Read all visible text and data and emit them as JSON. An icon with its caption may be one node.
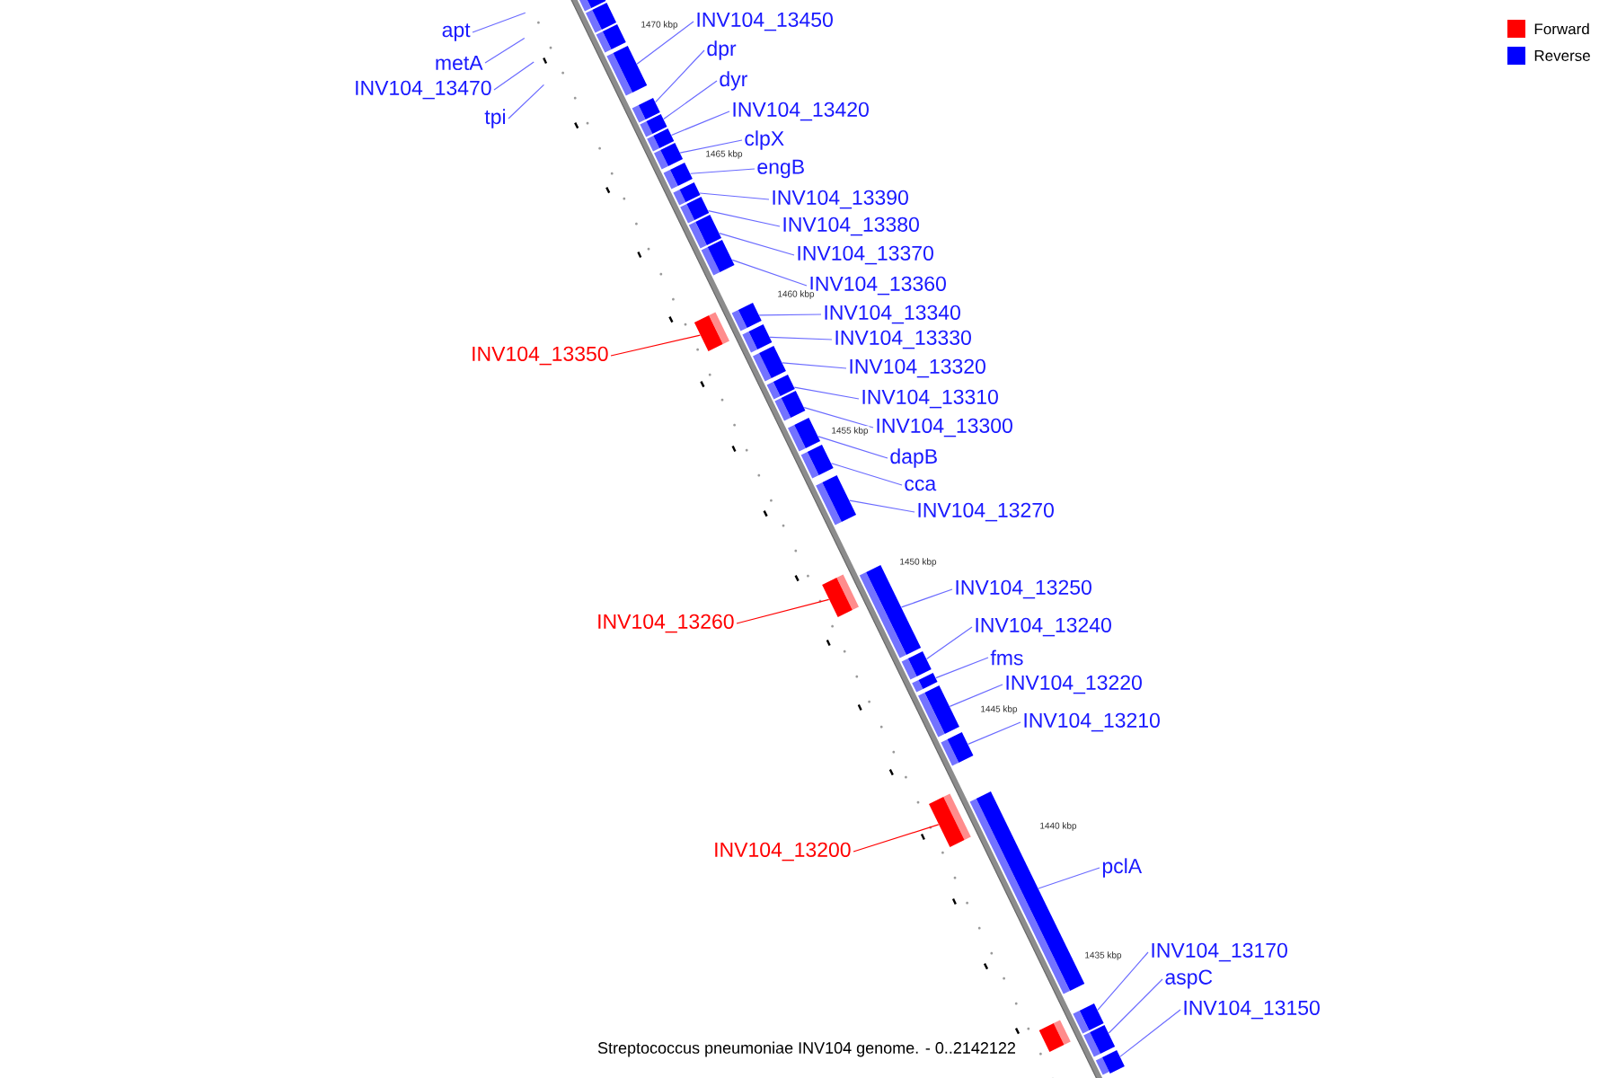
{
  "diagram": {
    "caption": "Streptococcus pneumoniae INV104 genome. - 0..2142122",
    "nodes": [
      {
        "text": [
          "INV104_13450"
        ]
      },
      {
        "text": [
          "apt"
        ]
      },
      {
        "text": [
          "dpr"
        ]
      },
      {
        "text": [
          "metA"
        ]
      },
      {
        "text": [
          "dyr"
        ]
      },
      {
        "text": [
          "INV104_13470"
        ]
      },
      {
        "text": [
          "INV104_13420"
        ]
      },
      {
        "text": [
          "tpi"
        ]
      },
      {
        "text": [
          "clpX"
        ]
      },
      {
        "text": [
          "engB"
        ]
      },
      {
        "text": [
          "INV104_13390"
        ]
      },
      {
        "text": [
          "INV104_13380"
        ]
      },
      {
        "text": [
          "INV104_13370"
        ]
      },
      {
        "text": [
          "INV104_13360"
        ]
      },
      {
        "text": [
          "INV104_13340"
        ]
      },
      {
        "text": [
          "INV104_13330"
        ]
      },
      {
        "text": [
          "INV104_13350"
        ]
      },
      {
        "text": [
          "INV104_13320"
        ]
      },
      {
        "text": [
          "INV104_13310"
        ]
      },
      {
        "text": [
          "INV104_13300"
        ]
      },
      {
        "text": [
          "dapB"
        ]
      },
      {
        "text": [
          "cca"
        ]
      },
      {
        "text": [
          "INV104_13270"
        ]
      },
      {
        "text": [
          "INV104_13250"
        ]
      },
      {
        "text": [
          "INV104_13260"
        ]
      },
      {
        "text": [
          "INV104_13240"
        ]
      },
      {
        "text": [
          "fms"
        ]
      },
      {
        "text": [
          "INV104_13220"
        ]
      },
      {
        "text": [
          "INV104_13210"
        ]
      },
      {
        "text": [
          "INV104_13200"
        ]
      },
      {
        "text": [
          "pclA"
        ]
      },
      {
        "text": [
          "INV104_13170"
        ]
      },
      {
        "text": [
          "aspC"
        ]
      },
      {
        "text": [
          "INV104_13150"
        ]
      },
      {
        "text": [],
        "shape": "box"
      },
      {
        "text": [],
        "shape": "box"
      },
      {
        "text": [],
        "shape": "box"
      },
      {
        "text": [],
        "shape": "box"
      },
      {
        "text": [],
        "shape": "box"
      },
      {
        "text": [],
        "shape": "box"
      },
      {
        "text": [],
        "shape": "box"
      },
      {
        "text": [],
        "shape": "box"
      },
      {
        "text": [],
        "shape": "box"
      },
      {
        "text": [],
        "shape": "box"
      },
      {
        "text": [],
        "shape": "box"
      },
      {
        "text": [],
        "shape": "box"
      },
      {
        "text": [],
        "shape": "box"
      },
      {
        "text": [],
        "shape": "box"
      },
      {
        "text": [],
        "shape": "box"
      },
      {
        "text": [],
        "shape": "box"
      },
      {
        "text": [],
        "shape": "box"
      },
      {
        "text": [],
        "shape": "box"
      },
      {
        "text": [],
        "shape": "box"
      },
      {
        "text": [],
        "shape": "box"
      },
      {
        "text": [],
        "shape": "box"
      },
      {
        "text": [],
        "shape": "box"
      },
      {
        "text": [],
        "shape": "box"
      },
      {
        "text": [],
        "shape": "box"
      },
      {
        "text": [],
        "shape": "box"
      },
      {
        "text": [],
        "shape": "box"
      },
      {
        "text": [],
        "shape": "box"
      },
      {
        "text": [],
        "shape": "box"
      },
      {
        "text": [],
        "shape": "box"
      },
      {
        "text": [],
        "shape": "box"
      },
      {
        "text": [],
        "shape": "box"
      },
      {
        "text": [],
        "shape": "box"
      },
      {
        "text": [],
        "shape": "box"
      },
      {
        "text": [],
        "shape": "box"
      }
    ],
    "edges": [
      {
        "from": 0,
        "to": 37,
        "arrow": "none"
      },
      {
        "from": 1,
        "to": null,
        "arrow": "none"
      },
      {
        "from": 2,
        "to": 38,
        "arrow": "none"
      },
      {
        "from": 3,
        "to": null,
        "arrow": "none"
      },
      {
        "from": 4,
        "to": 39,
        "arrow": "none"
      },
      {
        "from": 5,
        "to": null,
        "arrow": "none"
      },
      {
        "from": 6,
        "to": 40,
        "arrow": "none"
      },
      {
        "from": 7,
        "to": null,
        "arrow": "none"
      },
      {
        "from": 8,
        "to": 41,
        "arrow": "none"
      },
      {
        "from": 9,
        "to": 42,
        "arrow": "none"
      },
      {
        "from": 10,
        "to": 43,
        "arrow": "none"
      },
      {
        "from": 11,
        "to": 44,
        "arrow": "none"
      },
      {
        "from": 12,
        "to": 45,
        "arrow": "none"
      },
      {
        "from": 13,
        "to": 46,
        "arrow": "none"
      },
      {
        "from": 14,
        "to": 48,
        "arrow": "none"
      },
      {
        "from": 15,
        "to": 49,
        "arrow": "none"
      },
      {
        "from": 16,
        "to": 47,
        "arrow": "none",
        "color": "#ff0000"
      },
      {
        "from": 17,
        "to": 50,
        "arrow": "none"
      },
      {
        "from": 18,
        "to": 51,
        "arrow": "none"
      },
      {
        "from": 19,
        "to": 52,
        "arrow": "none"
      },
      {
        "from": 20,
        "to": 53,
        "arrow": "none"
      },
      {
        "from": 21,
        "to": 54,
        "arrow": "none"
      },
      {
        "from": 22,
        "to": 55,
        "arrow": "none"
      },
      {
        "from": 23,
        "to": 57,
        "arrow": "none"
      },
      {
        "from": 24,
        "to": 56,
        "arrow": "none",
        "color": "#ff0000"
      },
      {
        "from": 25,
        "to": 58,
        "arrow": "none"
      },
      {
        "from": 26,
        "to": 59,
        "arrow": "none"
      },
      {
        "from": 27,
        "to": 60,
        "arrow": "none"
      },
      {
        "from": 28,
        "to": 61,
        "arrow": "none"
      },
      {
        "from": 29,
        "to": 62,
        "arrow": "none",
        "color": "#ff0000"
      },
      {
        "from": 30,
        "to": 63,
        "arrow": "none"
      },
      {
        "from": 31,
        "to": 65,
        "arrow": "none"
      },
      {
        "from": 32,
        "to": 66,
        "arrow": "none"
      },
      {
        "from": 33,
        "to": 67,
        "arrow": "none"
      }
    ],
    "labels": [
      "1470 kbp",
      "1465 kbp",
      "1460 kbp",
      "1455 kbp",
      "1450 kbp",
      "1445 kbp",
      "1440 kbp",
      "1435 kbp"
    ],
    "legend": [
      {
        "text": "Forward",
        "color": "#ff0000"
      },
      {
        "text": "Reverse",
        "color": "#0000ff"
      }
    ]
  }
}
